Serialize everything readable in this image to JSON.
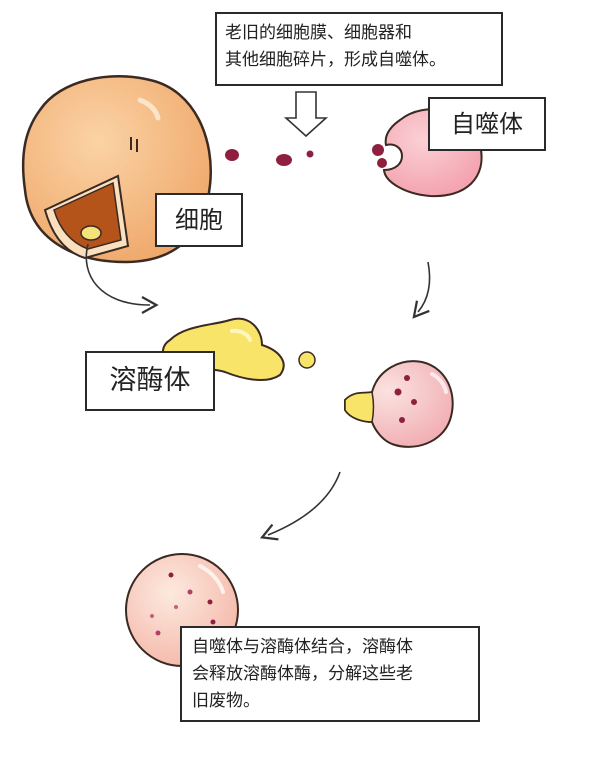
{
  "labels": {
    "top_note": [
      "老旧的细胞膜、细胞器和",
      "其他细胞碎片，形成自噬体。"
    ],
    "cell": "细胞",
    "autophagosome": "自噬体",
    "lysosome": "溶酶体",
    "bottom_note": [
      "自噬体与溶酶体结合，溶酶体",
      "会释放溶酶体酶，分解这些老",
      "旧废物。"
    ]
  },
  "colors": {
    "outline": "#3a2a22",
    "cell_body": "#f5c08c",
    "cell_inner": "#b5541a",
    "autophagosome": "#f6a9b3",
    "lysosome": "#f9e46a",
    "debris": "#8e1f3f",
    "fused_body": "#f7c1c1"
  }
}
